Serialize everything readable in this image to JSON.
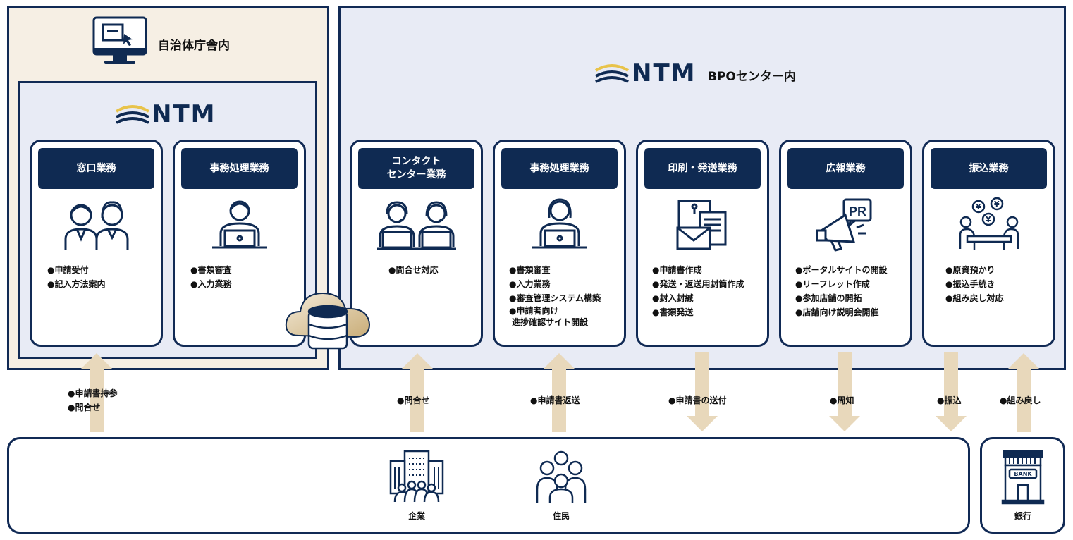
{
  "left_area": {
    "title": "自治体庁舎内",
    "logo": "NTM"
  },
  "right_area": {
    "logo": "NTM",
    "title": "BPOセンター内"
  },
  "left_cards": [
    {
      "title": "窓口業務",
      "items": [
        "●申請受付",
        "●記入方法案内"
      ],
      "icon": "reception-staff-icon"
    },
    {
      "title": "事務処理業務",
      "items": [
        "●書類審査",
        "●入力業務"
      ],
      "icon": "office-worker-icon"
    }
  ],
  "right_cards": [
    {
      "title": "コンタクト\nセンター業務",
      "items": [
        "●問合せ対応"
      ],
      "icon": "call-center-icon"
    },
    {
      "title": "事務処理業務",
      "items": [
        "●書類審査",
        "●入力業務",
        "●審査管理システム構築",
        "●申請者向け\n 進捗確認サイト開設"
      ],
      "icon": "female-office-worker-icon"
    },
    {
      "title": "印刷・発送業務",
      "items": [
        "●申請書作成",
        "●発送・返送用封筒作成",
        "●封入封緘",
        "●書類発送"
      ],
      "icon": "mail-documents-icon"
    },
    {
      "title": "広報業務",
      "items": [
        "●ポータルサイトの開設",
        "●リーフレット作成",
        "●参加店舗の開拓",
        "●店舗向け説明会開催"
      ],
      "icon": "megaphone-pr-icon"
    },
    {
      "title": "振込業務",
      "items": [
        "●原資預かり",
        "●振込手続き",
        "●組み戻し対応"
      ],
      "icon": "yen-transfer-icon"
    }
  ],
  "arrows": [
    {
      "label": "●申請書持参\n●問合せ",
      "direction": "up"
    },
    {
      "label": "●問合せ",
      "direction": "up"
    },
    {
      "label": "●申請書返送",
      "direction": "up"
    },
    {
      "label": "●申請書の送付",
      "direction": "down"
    },
    {
      "label": "●周知",
      "direction": "down"
    },
    {
      "label": "●振込",
      "direction": "down"
    },
    {
      "label": "●組み戻し",
      "direction": "up"
    }
  ],
  "bottom": {
    "companies": "企業",
    "residents": "住民",
    "bank": "銀行",
    "bank_sign": "BANK"
  },
  "colors": {
    "navy": "#0f2a52",
    "beige": "#f6efe4",
    "lavender": "#e8ebf5",
    "arrow": "#e8d8bb",
    "gold": "#e8c34a"
  }
}
